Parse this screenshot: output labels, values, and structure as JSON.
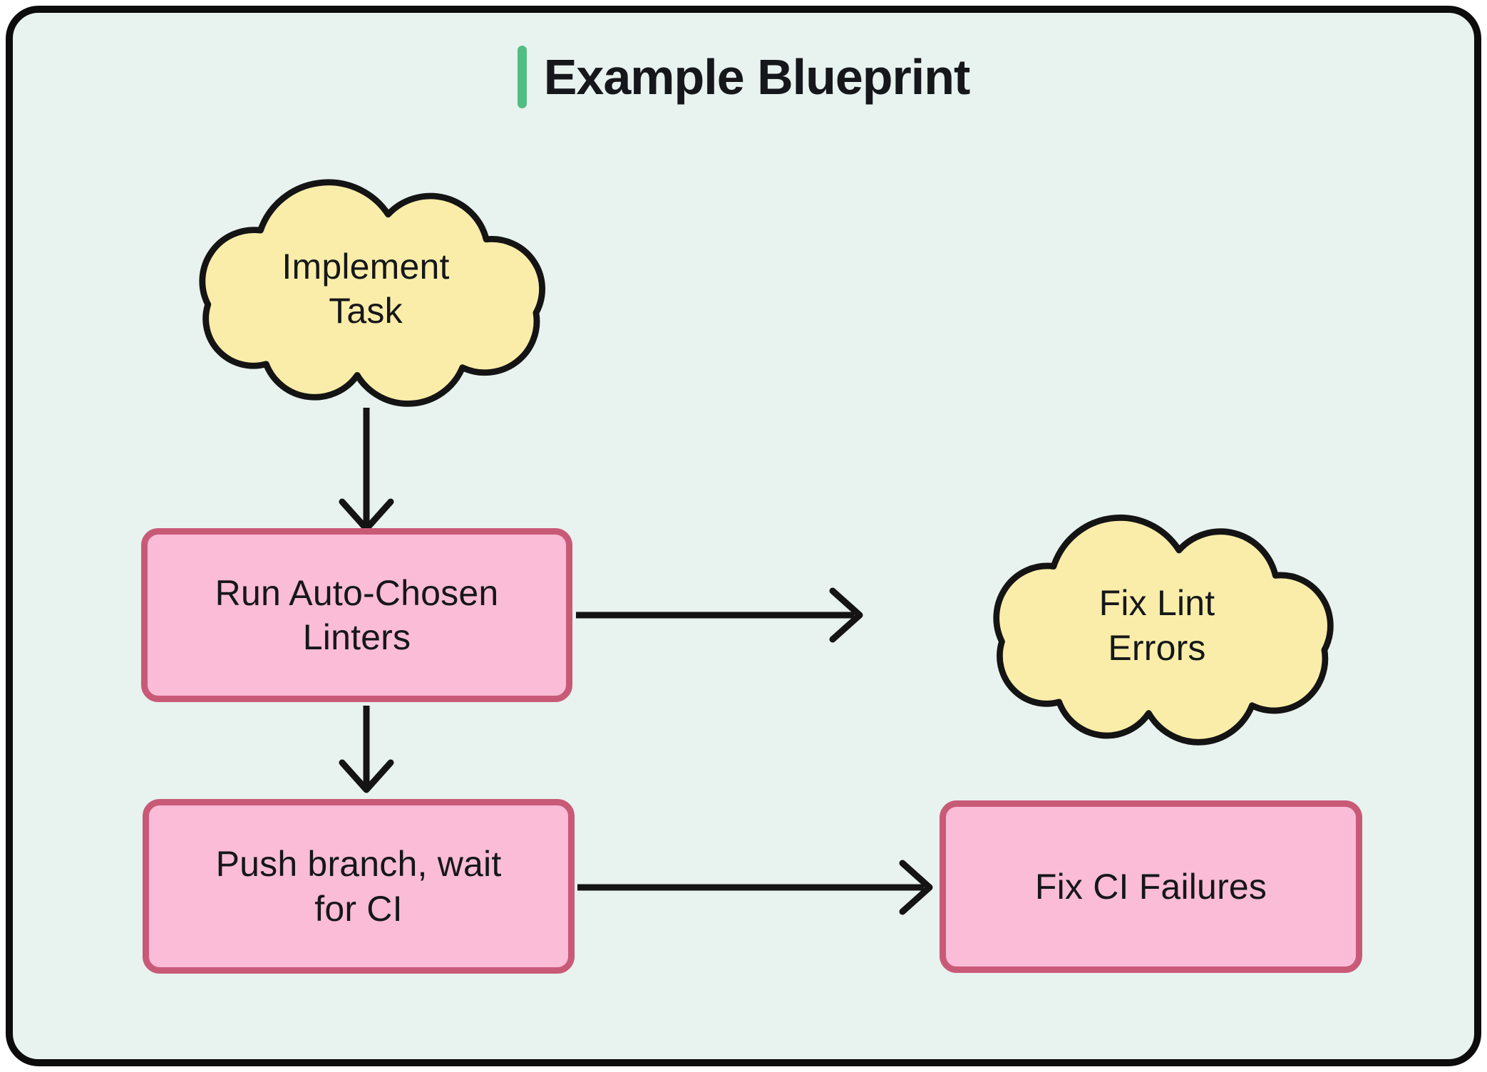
{
  "title": "Example Blueprint",
  "colors": {
    "background": "#e8f2ee",
    "frame_border": "#0c0c0c",
    "accent_green": "#52bd82",
    "cloud_fill": "#faeda9",
    "cloud_border": "#141414",
    "box_fill": "#fabcd6",
    "box_border": "#c85a78",
    "arrow": "#141414",
    "text": "#15171a"
  },
  "nodes": [
    {
      "id": "implement-task",
      "shape": "cloud",
      "label": "Implement\nTask"
    },
    {
      "id": "run-linters",
      "shape": "rect",
      "label": "Run Auto-Chosen\nLinters"
    },
    {
      "id": "fix-lint-errors",
      "shape": "cloud",
      "label": "Fix Lint\nErrors"
    },
    {
      "id": "push-branch",
      "shape": "rect",
      "label": "Push branch, wait\nfor CI"
    },
    {
      "id": "fix-ci-failures",
      "shape": "rect",
      "label": "Fix CI Failures"
    }
  ],
  "edges": [
    {
      "from": "implement-task",
      "to": "run-linters",
      "direction": "down"
    },
    {
      "from": "run-linters",
      "to": "fix-lint-errors",
      "direction": "right"
    },
    {
      "from": "run-linters",
      "to": "push-branch",
      "direction": "down"
    },
    {
      "from": "push-branch",
      "to": "fix-ci-failures",
      "direction": "right"
    }
  ]
}
